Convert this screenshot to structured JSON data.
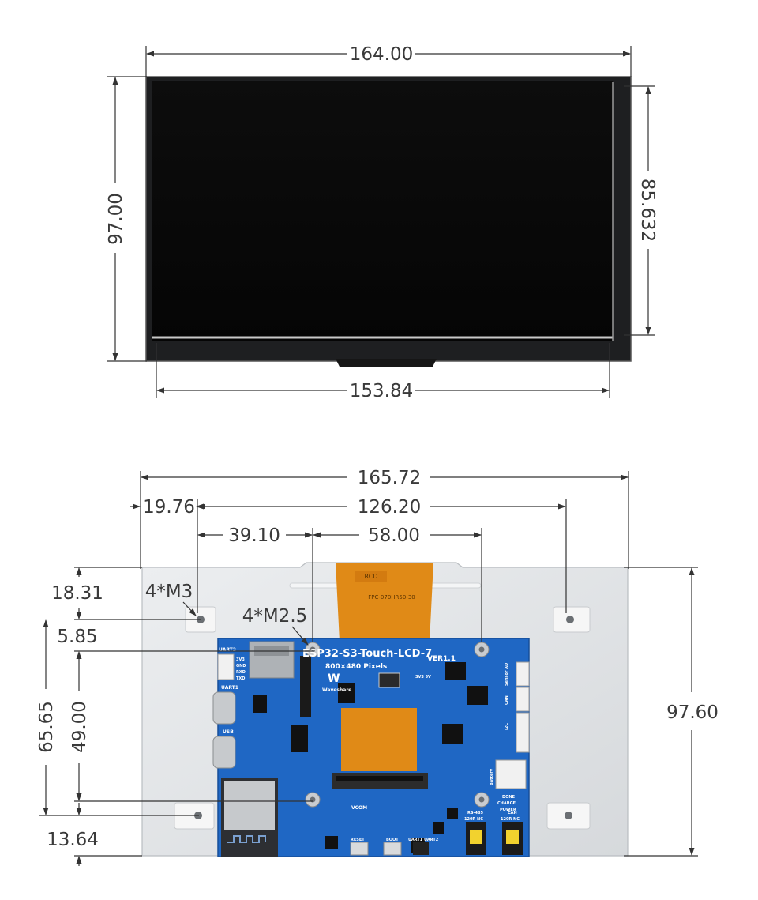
{
  "top_view": {
    "dims": {
      "total_width": "164.00",
      "active_width": "153.84",
      "total_height": "97.00",
      "active_height": "85.632"
    }
  },
  "bottom_view": {
    "dims": {
      "total_width": "165.72",
      "hole_offset_left": "19.76",
      "hole_spacing_x": "126.20",
      "m25_offset": "39.10",
      "m25_spacing_x": "58.00",
      "total_height": "97.60",
      "hole_offset_top": "18.31",
      "m25_offset_top": "5.85",
      "hole_spacing_y": "65.65",
      "m25_spacing_y": "49.00",
      "hole_offset_bottom": "13.64"
    },
    "callouts": {
      "m3": "4*M3",
      "m25": "4*M2.5"
    },
    "board": {
      "name": "ESP32-S3-Touch-LCD-7",
      "pixels": "800×480 Pixels",
      "version": "VER1.1",
      "brand": "Waveshare",
      "fpc": "FPC-070HR50-30",
      "labels": {
        "uart2": "UART2",
        "uart2_pins": [
          "3V3",
          "GND",
          "RXD",
          "TXD"
        ],
        "uart1": "UART1",
        "usb": "USB",
        "i2c": "I2C",
        "can": "CAN",
        "sensor_ad": "Sensor AD",
        "rs485": "RS-485",
        "rs485_sub": "120R NC",
        "can_term": "CAN",
        "can_term_sub": "120R NC",
        "battery": "Battery",
        "vcom": "VCOM",
        "reset": "RESET",
        "boot": "BOOT",
        "uart1_sw": "UART1",
        "uart2_sw": "UART2",
        "done": "DONE",
        "charge": "CHARGE",
        "power": "POWER",
        "sel": "3V3 5V"
      }
    }
  }
}
